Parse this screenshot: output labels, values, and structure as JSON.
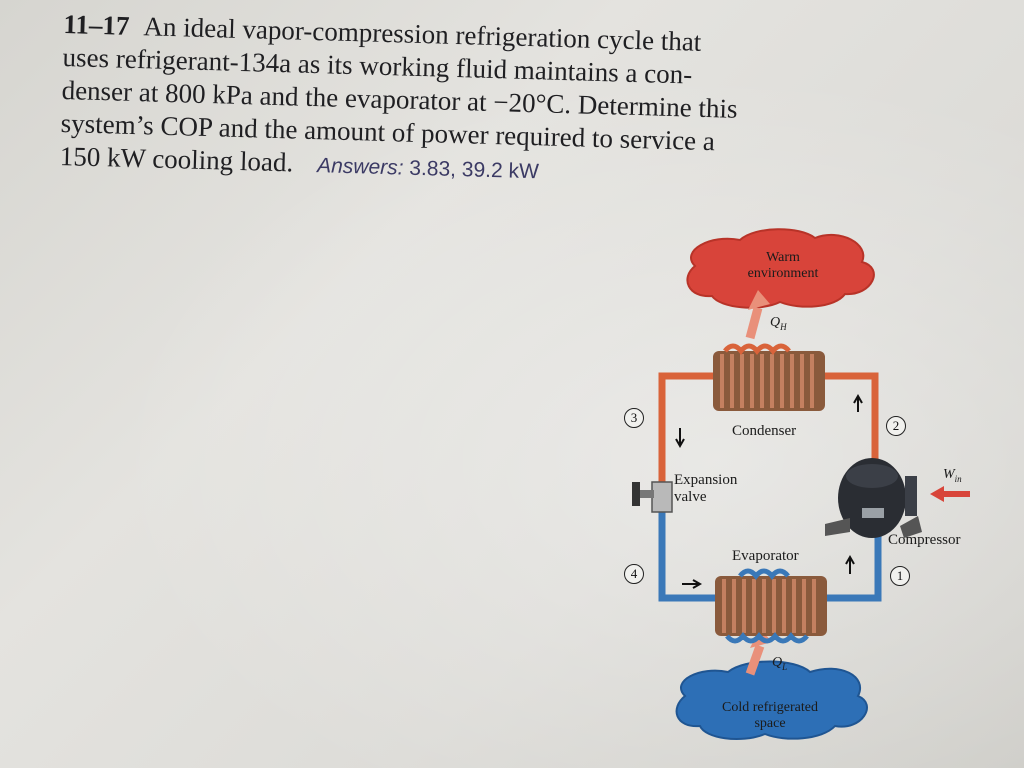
{
  "problem": {
    "number": "11–17",
    "lines": [
      "An ideal vapor-compression refrigeration cycle that",
      "uses refrigerant-134a as its working fluid maintains a con-",
      "denser at 800 kPa and the evaporator at −20°C. Determine this",
      "system’s COP and the amount of power required to service a",
      "150 kW cooling load."
    ],
    "answers_label": "Answers:",
    "answers_values": "3.83, 39.2 kW"
  },
  "figure": {
    "warm_line1": "Warm",
    "warm_line2": "environment",
    "cold_line1": "Cold refrigerated",
    "cold_line2": "space",
    "condenser": "Condenser",
    "evaporator": "Evaporator",
    "expansion_line1": "Expansion",
    "expansion_line2": "valve",
    "compressor": "Compressor",
    "qh_symbol": "Q",
    "qh_sub": "H",
    "ql_symbol": "Q",
    "ql_sub": "L",
    "win_symbol": "W",
    "win_sub": "in",
    "state_numbers": [
      "1",
      "2",
      "3",
      "4"
    ],
    "colors": {
      "hot_pipe": "#d9633a",
      "cold_pipe": "#3a78b8",
      "warm_cloud": "#d8443a",
      "cold_cloud": "#2d6fb6",
      "coil": "#8a5a3c"
    }
  }
}
